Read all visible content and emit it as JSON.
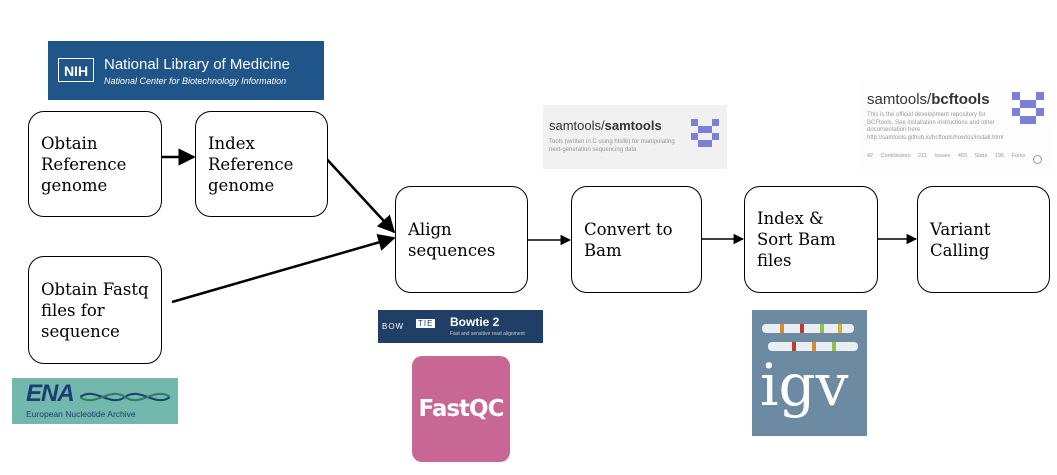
{
  "steps": {
    "obtain_ref": "Obtain\nReference\ngenome",
    "index_ref": "Index\nReference\ngenome",
    "obtain_fastq": "Obtain Fastq\nfiles for\nsequence",
    "align": "Align\nsequences",
    "convert": "Convert to\nBam",
    "index_sort": "Index &\nSort Bam\nfiles",
    "variant": "Variant\nCalling"
  },
  "logos": {
    "nih": {
      "mark": "NIH",
      "title": "National Library of Medicine",
      "subtitle": "National Center for Biotechnology Information"
    },
    "ena": {
      "mark": "ENA",
      "subtitle": "European Nucleotide Archive"
    },
    "samtools": {
      "owner": "samtools/",
      "repo": "samtools",
      "description": "Tools (written in C using htslib) for manipulating next-generation sequencing data"
    },
    "bcftools": {
      "owner": "samtools/",
      "repo": "bcftools",
      "description": "This is the official development repository for BCFtools. See installation instructions and other documentation here http://samtools.github.io/bcftools/howtos/install.html",
      "stats": "42 Contributors   211 Issues   459 Stars   196 Forks"
    },
    "bowtie": {
      "bow": "BOW",
      "tie": "TIE",
      "name": "Bowtie 2",
      "subtitle": "Fast and sensitive read alignment"
    },
    "fastqc": "FastQC",
    "igv": "igv"
  },
  "colors": {
    "nih_blue": "#20558a",
    "ena_teal": "#72b8ad",
    "fastqc_pink": "#c96794",
    "igv_slate": "#6c8aa2",
    "bowtie_navy": "#1f3f66"
  }
}
